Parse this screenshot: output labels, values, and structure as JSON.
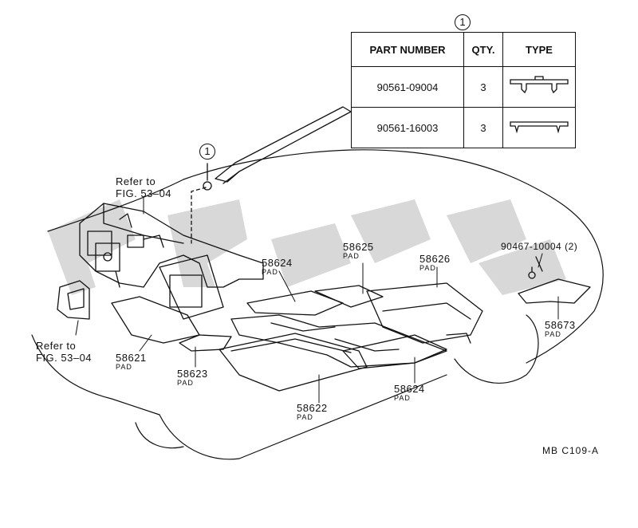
{
  "callout_mark": "1",
  "parts_table": {
    "headers": [
      "PART NUMBER",
      "QTY.",
      "TYPE"
    ],
    "rows": [
      {
        "part_number": "90561-09004",
        "qty": "3",
        "type_icon": "clip-wide-icon"
      },
      {
        "part_number": "90561-16003",
        "qty": "3",
        "type_icon": "clip-flat-icon"
      }
    ]
  },
  "labels": {
    "ref_top_line1": "Refer to",
    "ref_top_line2": "FIG. 53–04",
    "ref_left_line1": "Refer to",
    "ref_left_line2": "FIG. 53–04",
    "p58621": "58621",
    "p58622": "58622",
    "p58623": "58623",
    "p58624a": "58624",
    "p58624b": "58624",
    "p58625": "58625",
    "p58626": "58626",
    "p58673": "58673",
    "p90467": "90467-10004 (2)",
    "pad": "PAD"
  },
  "diagram_code": "MB  C109-A"
}
